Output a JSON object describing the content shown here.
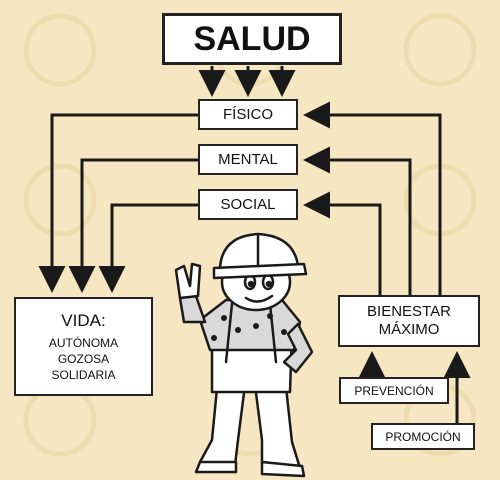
{
  "diagram": {
    "title": "SALUD",
    "dimensions": [
      "FÍSICO",
      "MENTAL",
      "SOCIAL"
    ],
    "vida": {
      "heading": "VIDA:",
      "qualities": [
        "AUTÓNOMA",
        "GOZOSA",
        "SOLIDARIA"
      ]
    },
    "bienestar": {
      "line1": "BIENESTAR",
      "line2": "MÁXIMO"
    },
    "prevencion": "PREVENCIÓN",
    "promocion": "PROMOCIÓN"
  },
  "colors": {
    "background": "#f6e7c2",
    "lines": "#1a1a1a",
    "box_fill": "#ffffff",
    "worker_shirt": "#d9d9d9",
    "watermark": "#efdcae"
  },
  "icons": [
    "construction-worker-illustration",
    "watermark-logo"
  ]
}
